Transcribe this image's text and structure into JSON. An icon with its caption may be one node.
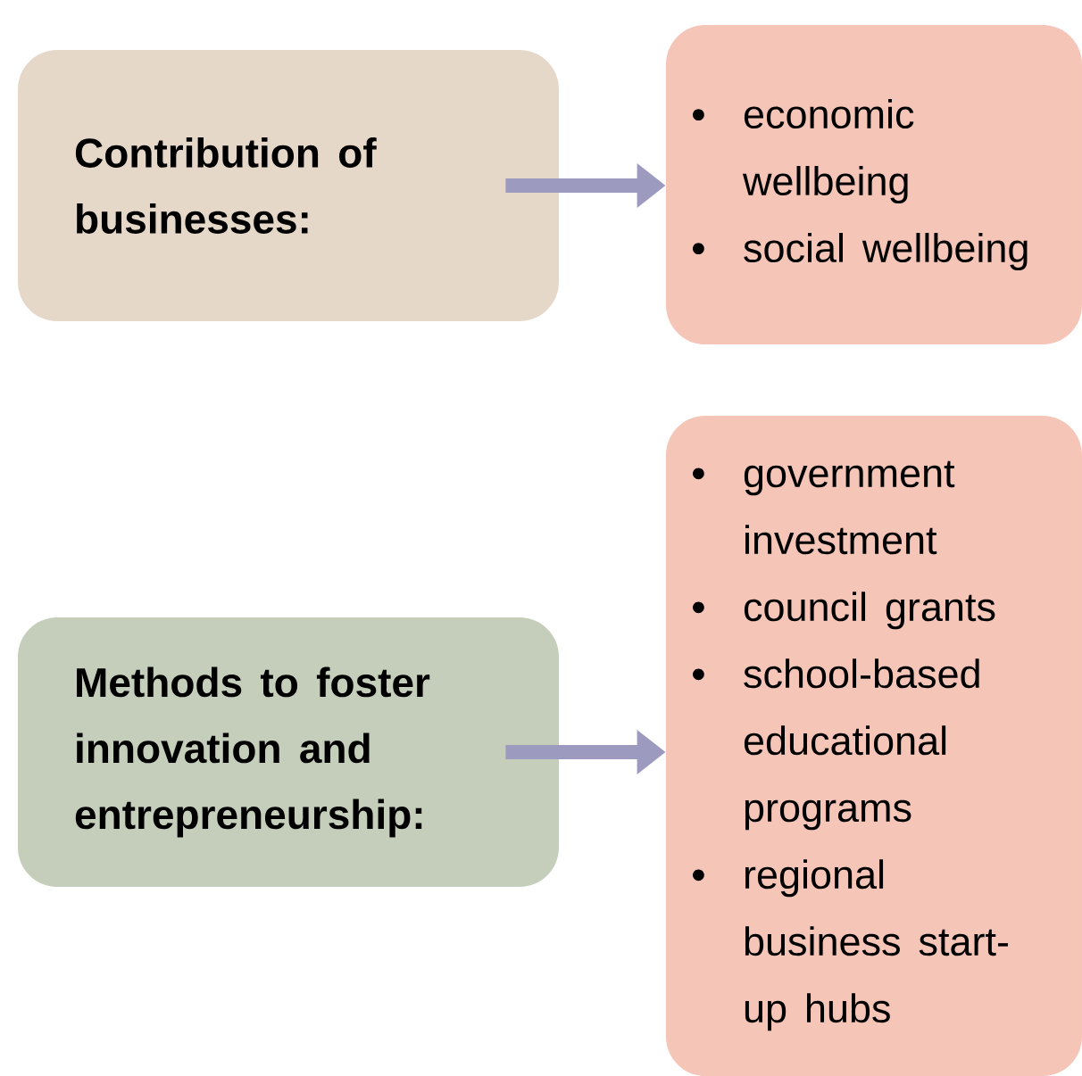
{
  "diagram": {
    "nodes": [
      {
        "text": [
          "Contribution of businesses:"
        ]
      },
      {
        "text": [
          "economic wellbeing",
          "social wellbeing"
        ]
      },
      {
        "text": [
          "Methods to foster innovation and entrepreneurship:"
        ]
      },
      {
        "text": [
          "government investment",
          "council grants",
          "school-based educational programs",
          "regional business start-up hubs"
        ]
      }
    ],
    "edges": [
      {
        "from": 0,
        "to": 1,
        "arrow": "to"
      },
      {
        "from": 2,
        "to": 3,
        "arrow": "to"
      }
    ]
  }
}
